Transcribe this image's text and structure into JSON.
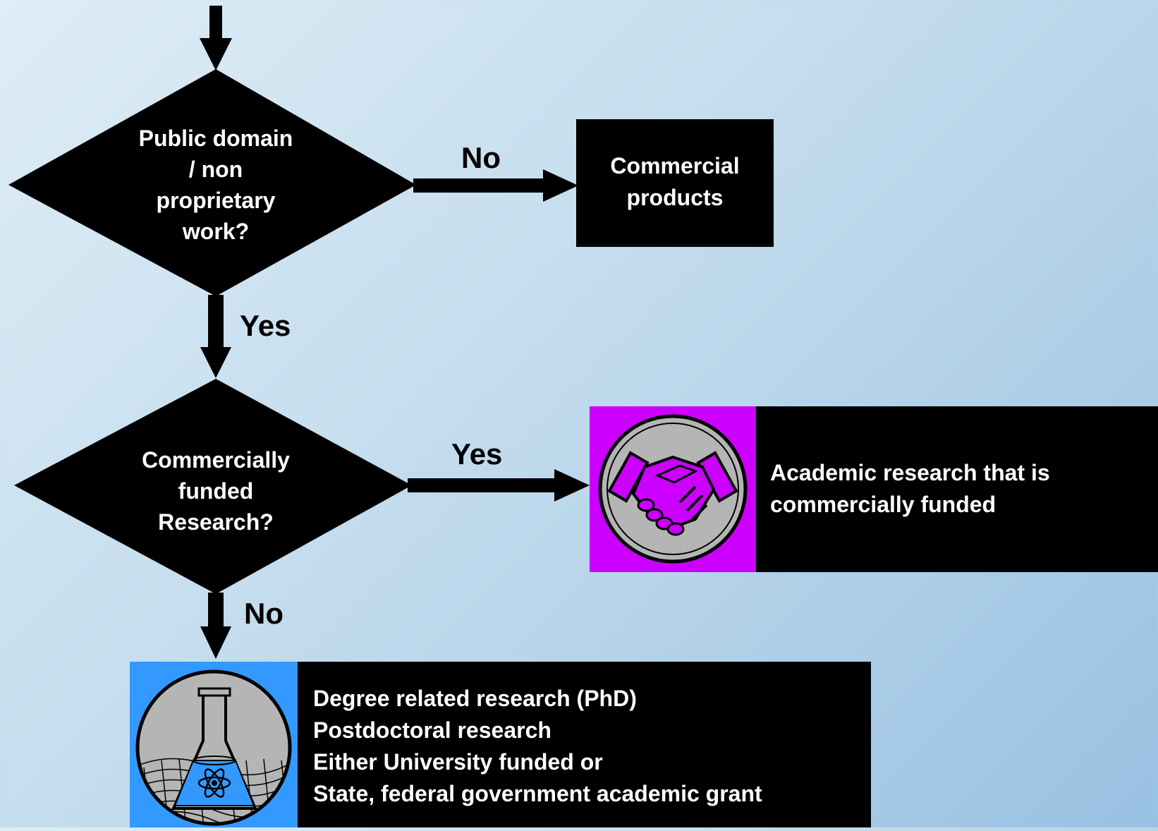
{
  "decision1": {
    "lines": [
      "Public domain",
      "/ non",
      "proprietary",
      "work?"
    ],
    "no_label": "No",
    "yes_label": "Yes"
  },
  "commercial_box": {
    "lines": [
      "Commercial",
      "products"
    ]
  },
  "decision2": {
    "lines": [
      "Commercially",
      "funded",
      "Research?"
    ],
    "yes_label": "Yes",
    "no_label": "No"
  },
  "commercial_research_box": {
    "icon": "handshake-icon",
    "icon_bg": "#cc00ff",
    "lines": [
      "Academic research that is",
      "commercially funded"
    ]
  },
  "academic_box": {
    "icon": "flask-icon",
    "icon_bg": "#3399ff",
    "lines": [
      "Degree related research (PhD)",
      "Postdoctoral research",
      "Either University funded or",
      "State, federal government academic grant"
    ]
  }
}
